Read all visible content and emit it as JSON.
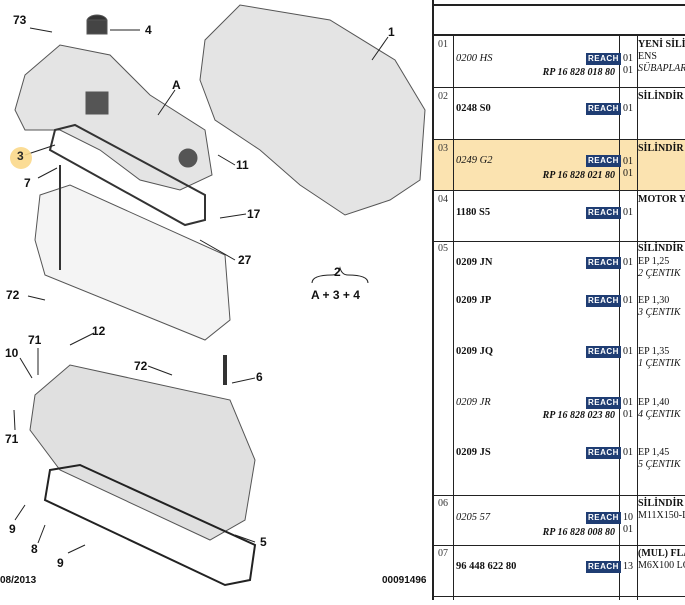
{
  "diagram": {
    "labels": {
      "l73": "73",
      "l4": "4",
      "l1": "1",
      "lA": "A",
      "l3": "3",
      "l11": "11",
      "l7": "7",
      "l17": "17",
      "l27": "27",
      "l2": "2",
      "l2sum": "A + 3 + 4",
      "l72a": "72",
      "l12": "12",
      "l71a": "71",
      "l10": "10",
      "l72b": "72",
      "l6": "6",
      "l71b": "71",
      "l9a": "9",
      "l8": "8",
      "l9b": "9",
      "l5": "5"
    },
    "date": "08/2013",
    "code": "00091496"
  },
  "table": {
    "reach": "REACH",
    "highlight_color": "#fbe3b0",
    "rows": [
      {
        "no": "01",
        "ref": "0200 HS",
        "rp": "RP 16 828 018 80",
        "qty": [
          "01",
          "01"
        ],
        "desc": [
          "YENİ SİLİ",
          "ENS",
          "SÜBAPLAR"
        ]
      },
      {
        "no": "02",
        "ref": "0248 S0",
        "qty": [
          "01"
        ],
        "desc": [
          "SİLİNDİR"
        ]
      },
      {
        "no": "03",
        "ref": "0249 G2",
        "rp": "RP 16 828 021 80",
        "qty": [
          "01",
          "01"
        ],
        "desc": [
          "SİLİNDİR"
        ]
      },
      {
        "no": "04",
        "ref": "1180 S5",
        "qty": [
          "01"
        ],
        "desc": [
          "MOTOR Y"
        ]
      },
      {
        "no": "05",
        "title": "SİLİNDİR",
        "items": [
          {
            "ref": "0209 JN",
            "qty": "01",
            "desc": [
              "EP 1,25",
              "2 ÇENTIK"
            ]
          },
          {
            "ref": "0209 JP",
            "qty": "01",
            "desc": [
              "EP 1,30",
              "3 ÇENTIK"
            ]
          },
          {
            "ref": "0209 JQ",
            "qty": "01",
            "desc": [
              "EP 1,35",
              "1 ÇENTIK"
            ]
          },
          {
            "ref": "0209 JR",
            "rp": "RP 16 828 023 80",
            "qty": "01",
            "qty2": "01",
            "desc": [
              "EP 1,40",
              "4 ÇENTIK"
            ]
          },
          {
            "ref": "0209 JS",
            "qty": "01",
            "desc": [
              "EP 1,45",
              "5 ÇENTIK"
            ]
          }
        ]
      },
      {
        "no": "06",
        "ref": "0205 57",
        "rp": "RP 16 828 008 80",
        "qty": [
          "10",
          "01"
        ],
        "desc": [
          "SİLİNDİR",
          "M11X150-L"
        ]
      },
      {
        "no": "07",
        "ref": "96 448 622 80",
        "qty": [
          "13"
        ],
        "desc": [
          "(MUL) FLA",
          "M6X100 LO"
        ]
      }
    ]
  }
}
